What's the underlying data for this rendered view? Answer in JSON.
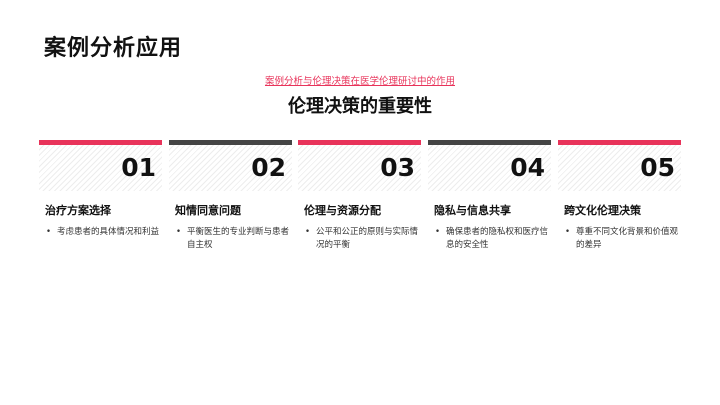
{
  "page": {
    "title": "案例分析应用",
    "subtitle": "案例分析与伦理决策在医学伦理研讨中的作用",
    "heading": "伦理决策的重要性"
  },
  "colors": {
    "accent": "#e8335a",
    "dark": "#444444"
  },
  "cards": [
    {
      "number": "01",
      "label": "治疗方案选择",
      "bullet": "考虑患者的具体情况和利益",
      "bar_color": "#e8335a"
    },
    {
      "number": "02",
      "label": "知情同意问题",
      "bullet": "平衡医生的专业判断与患者自主权",
      "bar_color": "#444444"
    },
    {
      "number": "03",
      "label": "伦理与资源分配",
      "bullet": "公平和公正的原则与实际情况的平衡",
      "bar_color": "#e8335a"
    },
    {
      "number": "04",
      "label": "隐私与信息共享",
      "bullet": "确保患者的隐私权和医疗信息的安全性",
      "bar_color": "#444444"
    },
    {
      "number": "05",
      "label": "跨文化伦理决策",
      "bullet": "尊重不同文化背景和价值观的差异",
      "bar_color": "#e8335a"
    }
  ]
}
